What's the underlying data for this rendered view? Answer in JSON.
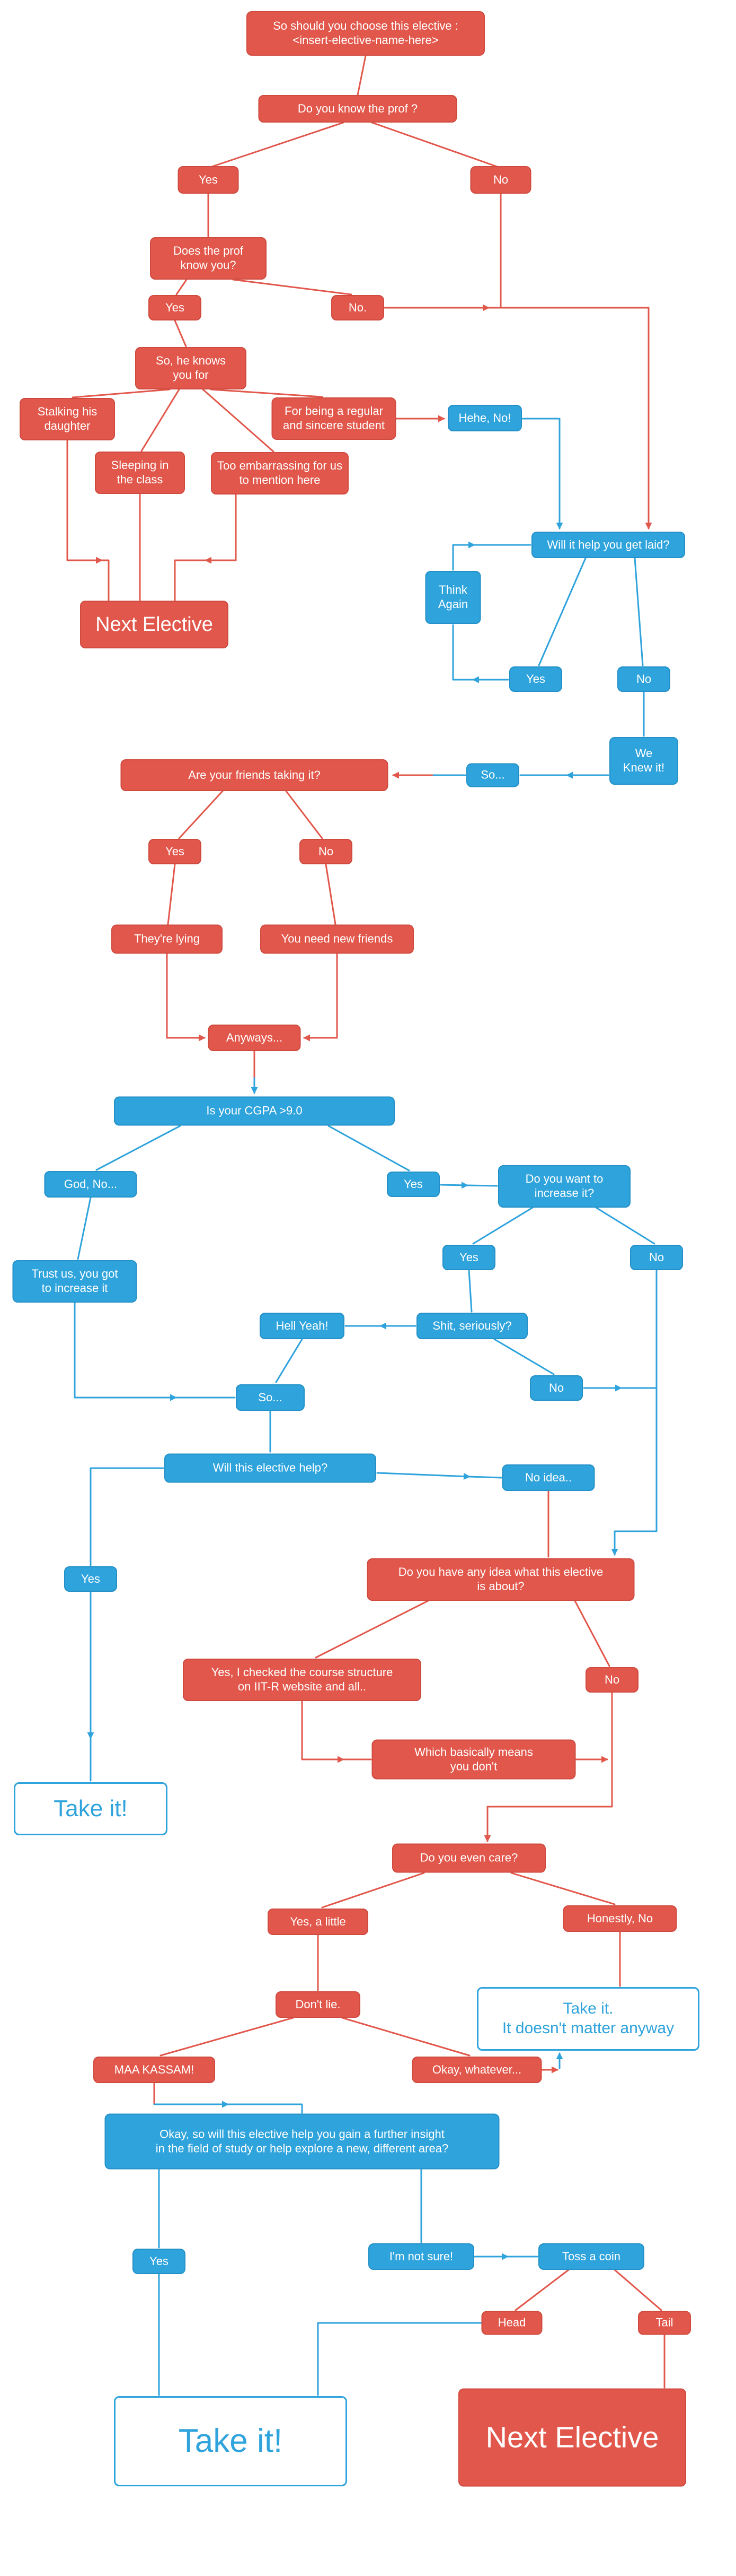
{
  "colors": {
    "red": "#e2574b",
    "blue": "#2fa3dc",
    "outline_text": "#2fa3dc",
    "background": "#ffffff"
  },
  "nodes": {
    "start": {
      "label": "So should you choose this elective :\n<insert-elective-name-here>",
      "color": "red"
    },
    "know_prof": {
      "label": "Do you know the prof ?",
      "color": "red"
    },
    "yes1": {
      "label": "Yes",
      "color": "red"
    },
    "no1": {
      "label": "No",
      "color": "red"
    },
    "prof_know_you": {
      "label": "Does the prof\nknow you?",
      "color": "red"
    },
    "yes2": {
      "label": "Yes",
      "color": "red"
    },
    "no2": {
      "label": "No.",
      "color": "red"
    },
    "he_knows_you_for": {
      "label": "So, he knows\nyou for",
      "color": "red"
    },
    "stalking": {
      "label": "Stalking his\ndaughter",
      "color": "red"
    },
    "regular_student": {
      "label": "For being a regular\nand sincere student",
      "color": "red"
    },
    "sleeping": {
      "label": "Sleeping in\nthe class",
      "color": "red"
    },
    "embarrassing": {
      "label": "Too embarrassing for us\nto mention here",
      "color": "red"
    },
    "hehe_no": {
      "label": "Hehe, No!",
      "color": "blue"
    },
    "get_laid": {
      "label": "Will it help you get laid?",
      "color": "blue"
    },
    "think_again": {
      "label": "Think\nAgain",
      "color": "blue"
    },
    "yes_laid": {
      "label": "Yes",
      "color": "blue"
    },
    "no_laid": {
      "label": "No",
      "color": "blue"
    },
    "we_knew_it": {
      "label": "We\nKnew it!",
      "color": "blue"
    },
    "so1": {
      "label": "So...",
      "color": "blue"
    },
    "next_elective_1": {
      "label": "Next Elective",
      "color": "red"
    },
    "friends_taking": {
      "label": "Are your friends taking it?",
      "color": "red"
    },
    "yes3": {
      "label": "Yes",
      "color": "red"
    },
    "no3": {
      "label": "No",
      "color": "red"
    },
    "theyre_lying": {
      "label": "They're lying",
      "color": "red"
    },
    "new_friends": {
      "label": "You need new friends",
      "color": "red"
    },
    "anyways": {
      "label": "Anyways...",
      "color": "red"
    },
    "cgpa": {
      "label": "Is your CGPA >9.0",
      "color": "blue"
    },
    "god_no": {
      "label": "God, No...",
      "color": "blue"
    },
    "yes4": {
      "label": "Yes",
      "color": "blue"
    },
    "increase": {
      "label": "Do you want to\nincrease it?",
      "color": "blue"
    },
    "trust_us": {
      "label": "Trust us, you got\nto increase it",
      "color": "blue"
    },
    "yes5": {
      "label": "Yes",
      "color": "blue"
    },
    "no5": {
      "label": "No",
      "color": "blue"
    },
    "shit_seriously": {
      "label": "Shit, seriously?",
      "color": "blue"
    },
    "hell_yeah": {
      "label": "Hell Yeah!",
      "color": "blue"
    },
    "no6": {
      "label": "No",
      "color": "blue"
    },
    "so2": {
      "label": "So...",
      "color": "blue"
    },
    "elective_help": {
      "label": "Will this elective help?",
      "color": "blue"
    },
    "no_idea": {
      "label": "No idea..",
      "color": "blue"
    },
    "yes6": {
      "label": "Yes",
      "color": "blue"
    },
    "any_idea": {
      "label": "Do you have any idea what this elective\nis about?",
      "color": "red"
    },
    "checked_structure": {
      "label": "Yes, I checked the course structure\non IIT-R website and all..",
      "color": "red"
    },
    "no7": {
      "label": "No",
      "color": "red"
    },
    "basically": {
      "label": "Which basically means\nyou don't",
      "color": "red"
    },
    "take_it_1": {
      "label": "Take it!",
      "color": "outline"
    },
    "care": {
      "label": "Do you even care?",
      "color": "red"
    },
    "yes_little": {
      "label": "Yes, a little",
      "color": "red"
    },
    "honestly_no": {
      "label": "Honestly, No",
      "color": "red"
    },
    "dont_lie": {
      "label": "Don't lie.",
      "color": "red"
    },
    "take_it_2": {
      "label": "Take it.\nIt doesn't matter anyway",
      "color": "outline"
    },
    "maa_kassam": {
      "label": "MAA KASSAM!",
      "color": "red"
    },
    "okay_whatever": {
      "label": "Okay, whatever...",
      "color": "red"
    },
    "big_question": {
      "label": "Okay, so will this elective help you gain a further insight\nin the field of study or help explore a new,  different area?",
      "color": "blue"
    },
    "yes7": {
      "label": "Yes",
      "color": "blue"
    },
    "not_sure": {
      "label": "I'm not sure!",
      "color": "blue"
    },
    "toss_coin": {
      "label": "Toss a coin",
      "color": "blue"
    },
    "head": {
      "label": "Head",
      "color": "red"
    },
    "tail": {
      "label": "Tail",
      "color": "red"
    },
    "take_it_final": {
      "label": "Take it!",
      "color": "outline"
    },
    "next_elective_final": {
      "label": "Next Elective",
      "color": "red"
    }
  },
  "edges": [
    "start->know_prof",
    "know_prof->yes1",
    "know_prof->no1",
    "yes1->prof_know_you",
    "prof_know_you->yes2",
    "prof_know_you->no2",
    "yes2->he_knows_you_for",
    "he_knows_you_for->stalking",
    "he_knows_you_for->regular_student",
    "he_knows_you_for->sleeping",
    "he_knows_you_for->embarrassing",
    "stalking->next_elective_1",
    "sleeping->next_elective_1",
    "embarrassing->next_elective_1",
    "regular_student->hehe_no",
    "no1->get_laid",
    "no2->get_laid",
    "hehe_no->get_laid",
    "get_laid->yes_laid",
    "get_laid->no_laid",
    "yes_laid->think_again",
    "think_again->get_laid",
    "no_laid->we_knew_it",
    "we_knew_it->so1",
    "so1->friends_taking",
    "friends_taking->yes3",
    "friends_taking->no3",
    "yes3->theyre_lying",
    "no3->new_friends",
    "theyre_lying->anyways",
    "new_friends->anyways",
    "anyways->cgpa",
    "cgpa->god_no",
    "cgpa->yes4",
    "yes4->increase",
    "god_no->trust_us",
    "increase->yes5",
    "increase->no5",
    "yes5->shit_seriously",
    "shit_seriously->hell_yeah",
    "shit_seriously->no6",
    "no6->no5",
    "hell_yeah->so2",
    "trust_us->so2",
    "so2->elective_help",
    "elective_help->yes6",
    "elective_help->no_idea",
    "no_idea->any_idea",
    "no5->any_idea",
    "yes6->take_it_1",
    "any_idea->checked_structure",
    "any_idea->no7",
    "checked_structure->basically",
    "basically->care",
    "no7->care",
    "care->yes_little",
    "care->honestly_no",
    "honestly_no->take_it_2",
    "yes_little->dont_lie",
    "dont_lie->maa_kassam",
    "dont_lie->okay_whatever",
    "okay_whatever->take_it_2",
    "maa_kassam->big_question",
    "big_question->yes7",
    "big_question->not_sure",
    "not_sure->toss_coin",
    "toss_coin->head",
    "toss_coin->tail",
    "head->take_it_final",
    "tail->next_elective_final",
    "yes7->take_it_final"
  ]
}
